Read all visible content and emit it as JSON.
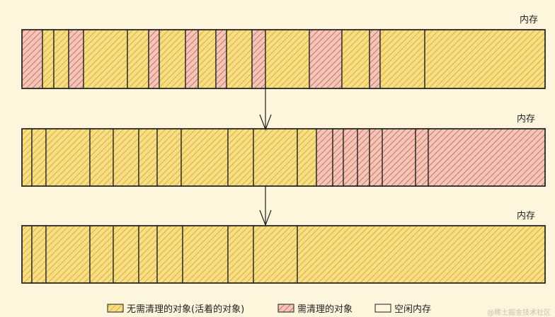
{
  "rows": [
    {
      "label": "内存",
      "blocks": [
        {
          "type": "garbage"
        },
        {
          "type": "live"
        },
        {
          "type": "live"
        },
        {
          "type": "garbage"
        },
        {
          "type": "live"
        },
        {
          "type": "live"
        },
        {
          "type": "garbage"
        },
        {
          "type": "live"
        },
        {
          "type": "garbage"
        },
        {
          "type": "live"
        },
        {
          "type": "garbage"
        },
        {
          "type": "live"
        },
        {
          "type": "garbage"
        },
        {
          "type": "live"
        },
        {
          "type": "garbage"
        },
        {
          "type": "live"
        },
        {
          "type": "garbage"
        },
        {
          "type": "live"
        },
        {
          "type": "live"
        },
        {
          "type": "free"
        }
      ]
    },
    {
      "label": "内存",
      "blocks": [
        {
          "type": "live"
        },
        {
          "type": "live"
        },
        {
          "type": "live"
        },
        {
          "type": "live"
        },
        {
          "type": "live"
        },
        {
          "type": "live"
        },
        {
          "type": "live"
        },
        {
          "type": "live"
        },
        {
          "type": "live"
        },
        {
          "type": "live"
        },
        {
          "type": "live"
        },
        {
          "type": "garbage"
        },
        {
          "type": "garbage"
        },
        {
          "type": "garbage"
        },
        {
          "type": "garbage"
        },
        {
          "type": "garbage"
        },
        {
          "type": "garbage"
        },
        {
          "type": "garbage"
        },
        {
          "type": "garbage"
        },
        {
          "type": "free"
        }
      ]
    },
    {
      "label": "内存",
      "blocks": [
        {
          "type": "live"
        },
        {
          "type": "live"
        },
        {
          "type": "live"
        },
        {
          "type": "live"
        },
        {
          "type": "live"
        },
        {
          "type": "live"
        },
        {
          "type": "live"
        },
        {
          "type": "live"
        },
        {
          "type": "live"
        },
        {
          "type": "live"
        },
        {
          "type": "live"
        },
        {
          "type": "free"
        }
      ]
    }
  ],
  "legend": {
    "live_label": "无需清理的对象(活着的对象)",
    "garbage_label": "需清理的对象",
    "free_label": "空闲内存"
  },
  "colors": {
    "live": "#f6dd86",
    "live_hatch": "#d8b22e",
    "garbage": "#f2c6b9",
    "garbage_hatch": "#d46f62",
    "free": "#fdf5dc",
    "stroke": "#1e1e1e"
  },
  "watermark": "@稀土掘金技术社区"
}
